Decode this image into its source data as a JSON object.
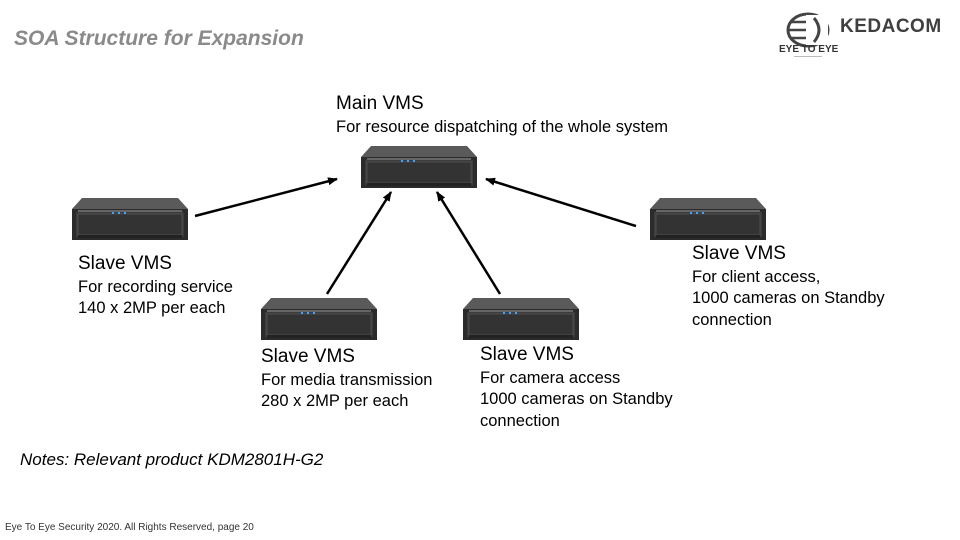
{
  "header": {
    "title": "SOA Structure for Expansion",
    "logo_word": "KEDACOM",
    "logo_tagline": "EYE TO EYE"
  },
  "nodes": {
    "main": {
      "title": "Main VMS",
      "desc": [
        "For resource dispatching of the whole system"
      ]
    },
    "recording": {
      "title": "Slave VMS",
      "desc": [
        "For recording service",
        "140 x 2MP per each"
      ]
    },
    "client": {
      "title": "Slave VMS",
      "desc": [
        "For client access,",
        "1000 cameras on Standby",
        "connection"
      ]
    },
    "media": {
      "title": "Slave VMS",
      "desc": [
        "For media transmission",
        "280 x 2MP per each"
      ]
    },
    "camera": {
      "title": "Slave VMS",
      "desc": [
        "For camera access",
        "1000 cameras on Standby",
        "connection"
      ]
    }
  },
  "notes": "Notes: Relevant product KDM2801H-G2",
  "footer": "Eye To Eye Security 2020. All Rights Reserved, page 20",
  "colors": {
    "title": "#8a8a8a",
    "server_body": "#2b2b2b",
    "server_front": "#4a4a4a",
    "arrow": "#000000"
  },
  "icons": {
    "logo": "globe-logo-icon",
    "server": "rack-server-icon"
  }
}
